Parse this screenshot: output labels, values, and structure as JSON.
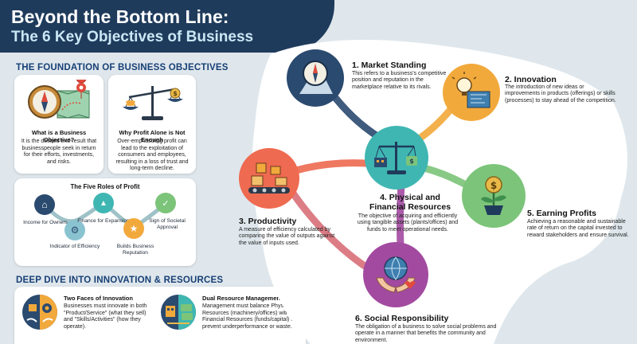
{
  "header": {
    "title_line1": "Beyond the Bottom Line:",
    "title_line2": "The 6 Key Objectives of Business"
  },
  "foundation": {
    "heading": "THE FOUNDATION OF BUSINESS OBJECTIVES",
    "what": {
      "title": "What is a Business Objective?",
      "text": "It is the desired end-result that businesspeople seek in return for their efforts, investments, and risks."
    },
    "why": {
      "title": "Why Profit Alone is Not Enough",
      "text": "Over-emphasizing profit can lead to the exploitation of consumers and employees, resulting in a loss of trust and long-term decline."
    },
    "roles": {
      "title": "The Five Roles of Profit",
      "items": [
        "Income for Owners",
        "Indicator of Efficiency",
        "Finance for Expansion",
        "Builds Business Reputation",
        "Sign of Societal Approval"
      ]
    }
  },
  "deep_dive": {
    "heading": "DEEP DIVE INTO INNOVATION & RESOURCES",
    "two_faces": {
      "title": "Two Faces of Innovation",
      "text": "Businesses must innovate in both \"Product/Service\" (what they sell) and \"Skills/Activities\" (how they operate)."
    },
    "dual": {
      "title": "Dual Resource Management",
      "text": "Management must balance Physical Resources (machinery/offices) with Financial Resources (funds/capital) to prevent underperformance or waste."
    }
  },
  "objectives": [
    {
      "title": "1. Market Standing",
      "text": "This refers to a business's competitive position and reputation in the marketplace relative to its rivals.",
      "color": "#2b4a6f",
      "icon": "compass-icon"
    },
    {
      "title": "2. Innovation",
      "text": "The introduction of new ideas or improvements in products (offerings) or skills (processes) to stay ahead of the competition.",
      "color": "#f2a93b",
      "icon": "lightbulb-icon"
    },
    {
      "title": "3. Productivity",
      "text": "A measure of efficiency calculated by comparing the value of outputs against the value of inputs used.",
      "color": "#ee6a50",
      "icon": "conveyor-icon"
    },
    {
      "title": "4. Physical and Financial Resources",
      "text": "The objective of acquiring and efficiently using tangible assets (plants/offices) and funds to meet operational needs.",
      "color": "#3fb6b2",
      "icon": "balance-scale-icon"
    },
    {
      "title": "5. Earning Profits",
      "text": "Achieving a reasonable and sustainable rate of return on the capital invested to reward stakeholders and ensure survival.",
      "color": "#7cc47a",
      "icon": "money-plant-icon"
    },
    {
      "title": "6. Social Responsibility",
      "text": "The obligation of a business to solve social problems and operate in a manner that benefits the community and environment.",
      "color": "#a24aa0",
      "icon": "globe-hands-icon"
    }
  ],
  "colors": {
    "banner": "#1f3b5c",
    "heading": "#173f75"
  }
}
